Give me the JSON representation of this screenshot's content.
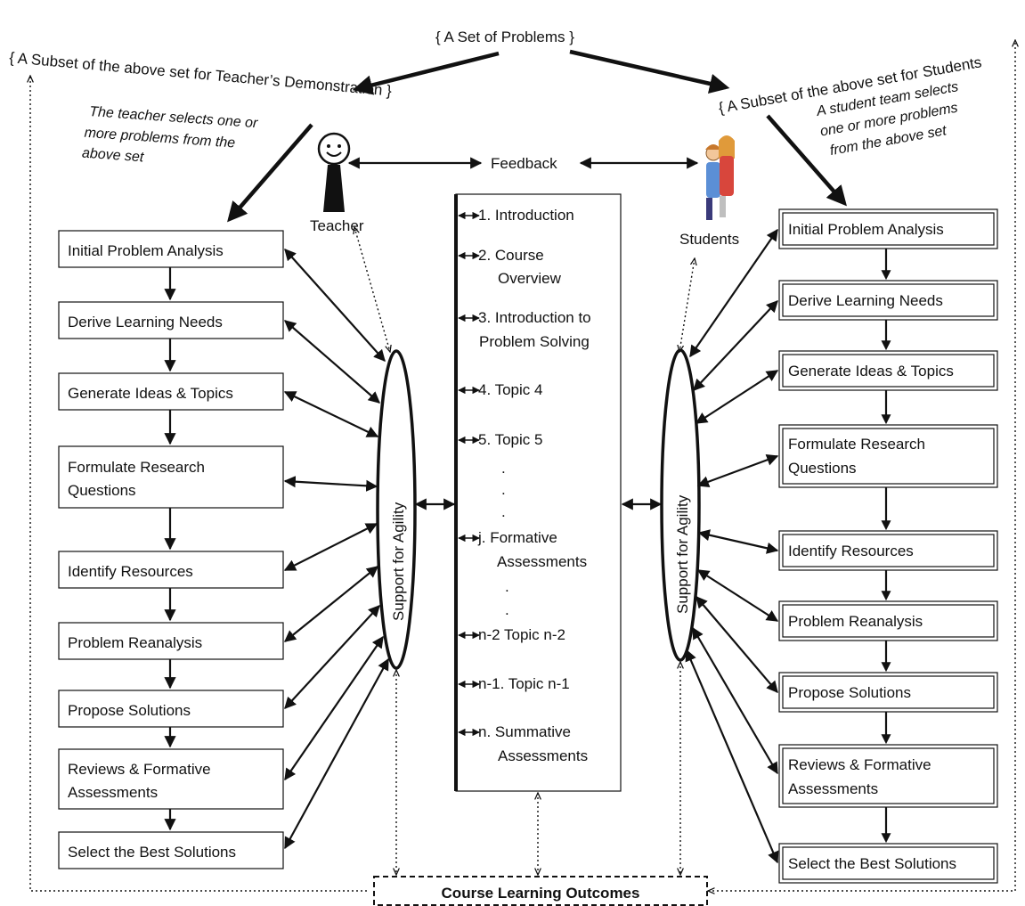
{
  "top_label": "{ A  Set of Problems  }",
  "teacher_subset": "{ A Subset of the above set for Teacher’s Demonstration }",
  "student_subset": "{ A Subset of the above set for Students",
  "teacher_note": [
    "The teacher selects one or",
    "more problems from the",
    "above set"
  ],
  "student_note": [
    "A student team selects",
    "one or more problems",
    "from the above set"
  ],
  "feedback": "Feedback",
  "teacher": "Teacher",
  "students": "Students",
  "agility_label": "Support  for  Agility",
  "left_steps": [
    [
      "Initial  Problem Analysis"
    ],
    [
      "Derive Learning Needs"
    ],
    [
      "Generate Ideas & Topics"
    ],
    [
      "Formulate Research",
      "Questions"
    ],
    [
      "Identify  Resources"
    ],
    [
      "Problem Reanalysis"
    ],
    [
      "Propose Solutions"
    ],
    [
      "Reviews & Formative",
      "Assessments"
    ],
    [
      "Select the Best Solutions"
    ]
  ],
  "right_steps": [
    [
      "Initial  Problem Analysis"
    ],
    [
      "Derive Learning Needs"
    ],
    [
      "Generate Ideas & Topics"
    ],
    [
      "Formulate Research",
      "Questions"
    ],
    [
      "Identify  Resources"
    ],
    [
      "Problem Reanalysis"
    ],
    [
      "Propose Solutions"
    ],
    [
      "Reviews & Formative",
      "Assessments"
    ],
    [
      "Select the Best Solutions"
    ]
  ],
  "course_topics": [
    [
      "1. Introduction"
    ],
    [
      "2.  Course",
      "Overview"
    ],
    [
      "3. Introduction  to",
      "Problem Solving"
    ],
    [
      "4.  Topic 4"
    ],
    [
      "5.  Topic 5"
    ],
    [
      "j.  Formative",
      "Assessments"
    ],
    [
      "n-2 Topic n-2"
    ],
    [
      "n-1.  Topic n-1"
    ],
    [
      "n.  Summative",
      "Assessments"
    ]
  ],
  "outcomes": "Course Learning Outcomes"
}
